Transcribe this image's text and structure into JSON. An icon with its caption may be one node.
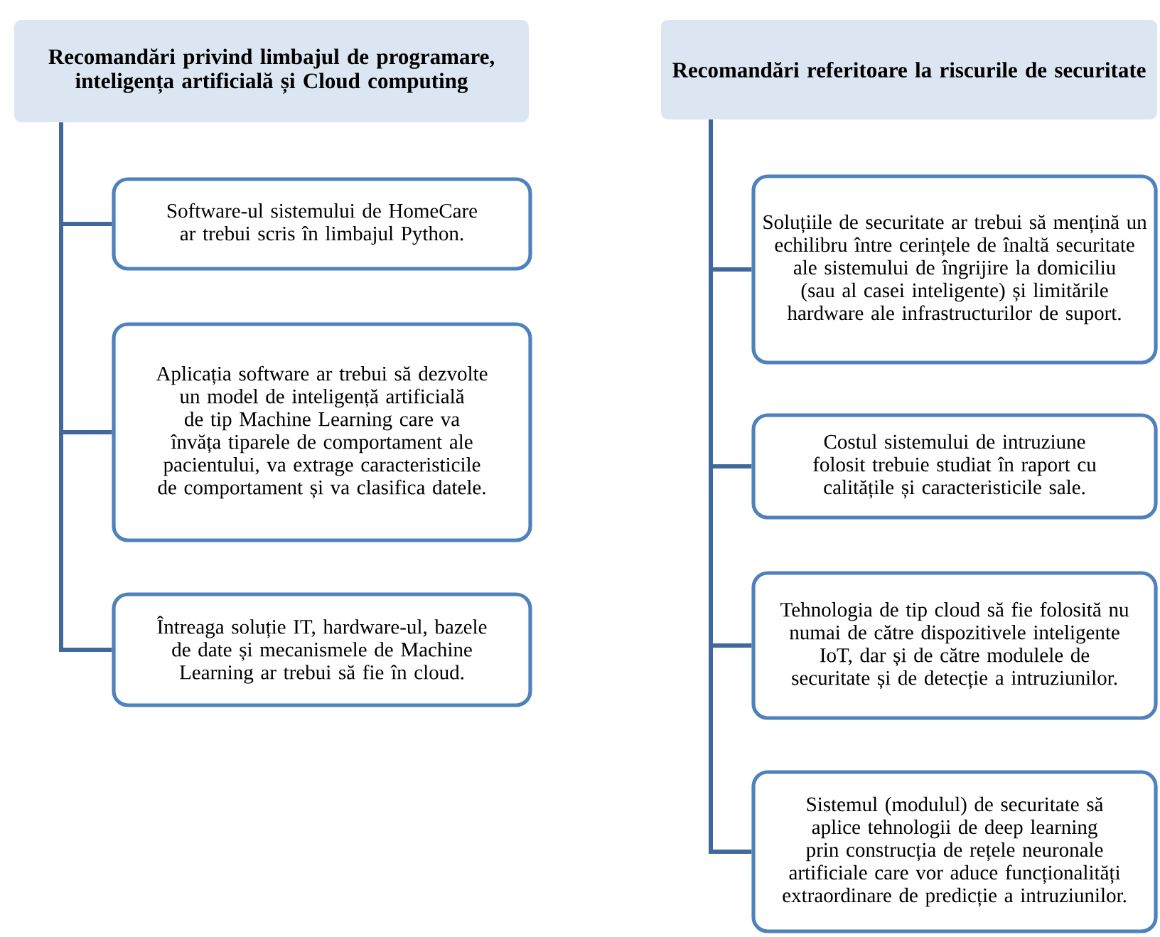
{
  "diagram": {
    "nodes": [
      {
        "text": [
          "Recomandări privind limbajul de programare, inteligența artificială și Cloud computing"
        ]
      },
      {
        "text": [
          "Software-ul sistemului de HomeCare ar trebui scris în limbajul Python."
        ]
      },
      {
        "text": [
          "Aplicația software ar trebui să dezvolte un model de inteligență artificială de tip Machine Learning care va învăța tiparele de comportament ale pacientului, va extrage caracteristicile de comportament și va clasifica datele."
        ]
      },
      {
        "text": [
          "Întreaga soluție IT, hardware-ul, bazele de date și mecanismele de Machine Learning ar trebui să fie în cloud."
        ]
      },
      {
        "text": [
          "Recomandări referitoare la riscurile de securitate"
        ]
      },
      {
        "text": [
          "Soluțiile de securitate ar trebui să mențină un echilibru între cerințele de înaltă securitate ale sistemului de îngrijire la domiciliu (sau al casei inteligente) și limitările hardware ale infrastructurilor de suport."
        ]
      },
      {
        "text": [
          "Costul sistemului de intruziune folosit trebuie studiat în raport cu calitățile și caracteristicile sale."
        ]
      },
      {
        "text": [
          "Tehnologia de tip cloud să fie folosită nu numai de către dispozitivele inteligente IoT, dar și de către modulele de securitate și de detecție a intruziunilor."
        ]
      },
      {
        "text": [
          "Sistemul (modulul) de securitate să aplice tehnologii de deep learning prin construcția de rețele neuronale artificiale care vor aduce funcționalități extraordinare de predicție a intruziunilor."
        ]
      }
    ],
    "edges": [
      {
        "from": 0,
        "to": 1,
        "arrow": "none"
      },
      {
        "from": 0,
        "to": 2,
        "arrow": "none"
      },
      {
        "from": 0,
        "to": 3,
        "arrow": "none"
      },
      {
        "from": 4,
        "to": 5,
        "arrow": "none"
      },
      {
        "from": 4,
        "to": 6,
        "arrow": "none"
      },
      {
        "from": 4,
        "to": 7,
        "arrow": "none"
      },
      {
        "from": 4,
        "to": 8,
        "arrow": "none"
      }
    ]
  }
}
